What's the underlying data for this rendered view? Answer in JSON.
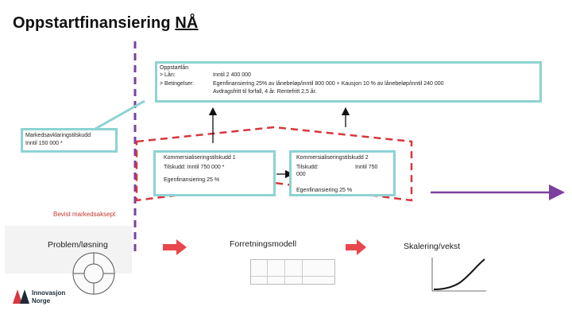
{
  "title": {
    "main": "Oppstartfinansiering",
    "emph": "NÅ"
  },
  "oppstartslan": {
    "heading": "Oppstartlån",
    "row1_key": "> Lån:",
    "row1_val": "Inntil 2 400 000",
    "row2_key": "> Betingelser:",
    "row2_val1": "Egenfinansiering 25% av lånebeløp/inntil 800 000  +  Kausjon 10 % av lånebeløp/inntil 240 000",
    "row2_val2": "Avdragsfritt til forfall, 4 år. Rentefritt 2,5 år."
  },
  "markedsavklaring": {
    "line1": "Markedsavklaringstilskudd",
    "line2": "Inntil 150 000 *"
  },
  "kommersialisering1": {
    "heading": "Kommersialiseringstilskudd 1",
    "detail": "Tilskudd: Inntil 750 000 *",
    "egen": "Egenfinansiering 25 %"
  },
  "kommersialisering2": {
    "heading": "Kommersialiseringstilskudd 2",
    "detail_key": "Tilskudd:",
    "detail_val": "Inntil 750",
    "detail_cont": "000",
    "egen": "Egenfinansiering 25 %"
  },
  "bevist": "Bevist markedsaksept",
  "stages": [
    "Problem/løsning",
    "Forretningsmodell",
    "Skalering/vekst"
  ],
  "logo": {
    "line1": "Innovasjon",
    "line2": "Norge"
  },
  "colors": {
    "teal": "#8dd3d3",
    "red": "#d9363e",
    "purple": "#7b3fa0",
    "arrow_red": "#e8474c"
  }
}
